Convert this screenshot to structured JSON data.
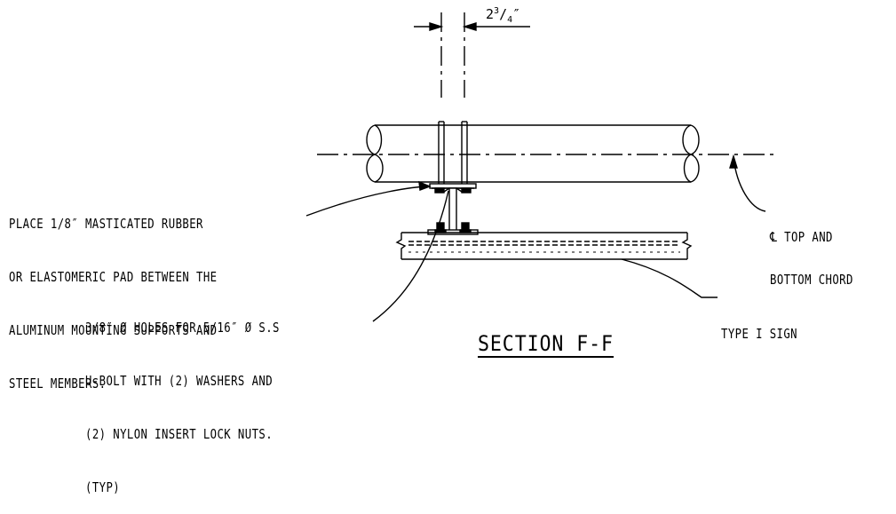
{
  "dimension": {
    "whole": "2",
    "numerator": "3",
    "denominator": "4",
    "unit": "″"
  },
  "notes": {
    "pad": [
      "PLACE 1/8″ MASTICATED RUBBER",
      "OR ELASTOMERIC PAD BETWEEN THE",
      "ALUMINUM MOUNTING SUPPORTS AND",
      "STEEL MEMBERS."
    ],
    "holes": [
      "3/8″ Ø HOLES FOR 5/16″ Ø S.S",
      "U-BOLT WITH (2) WASHERS AND",
      "(2) NYLON INSERT LOCK NUTS.",
      "(TYP)"
    ],
    "chord": [
      "℄ TOP AND",
      "BOTTOM CHORD"
    ],
    "sign": "TYPE I SIGN"
  },
  "title": "SECTION F-F"
}
